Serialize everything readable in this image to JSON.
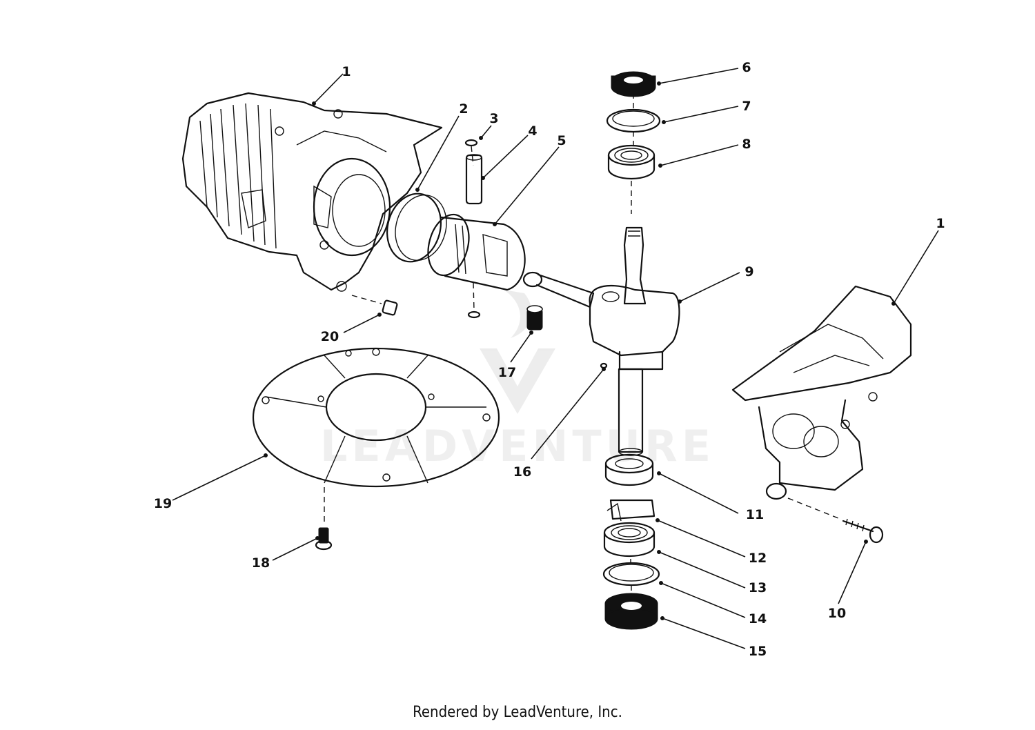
{
  "callouts": [
    "1",
    "2",
    "3",
    "4",
    "5",
    "6",
    "7",
    "8",
    "9",
    "1",
    "20",
    "17",
    "16",
    "11",
    "19",
    "12",
    "13",
    "18",
    "14",
    "10",
    "15"
  ],
  "watermark": "LEADVENTURE",
  "footer": "Rendered by LeadVenture, Inc.",
  "colors": {
    "ink": "#111111",
    "background": "#ffffff"
  }
}
